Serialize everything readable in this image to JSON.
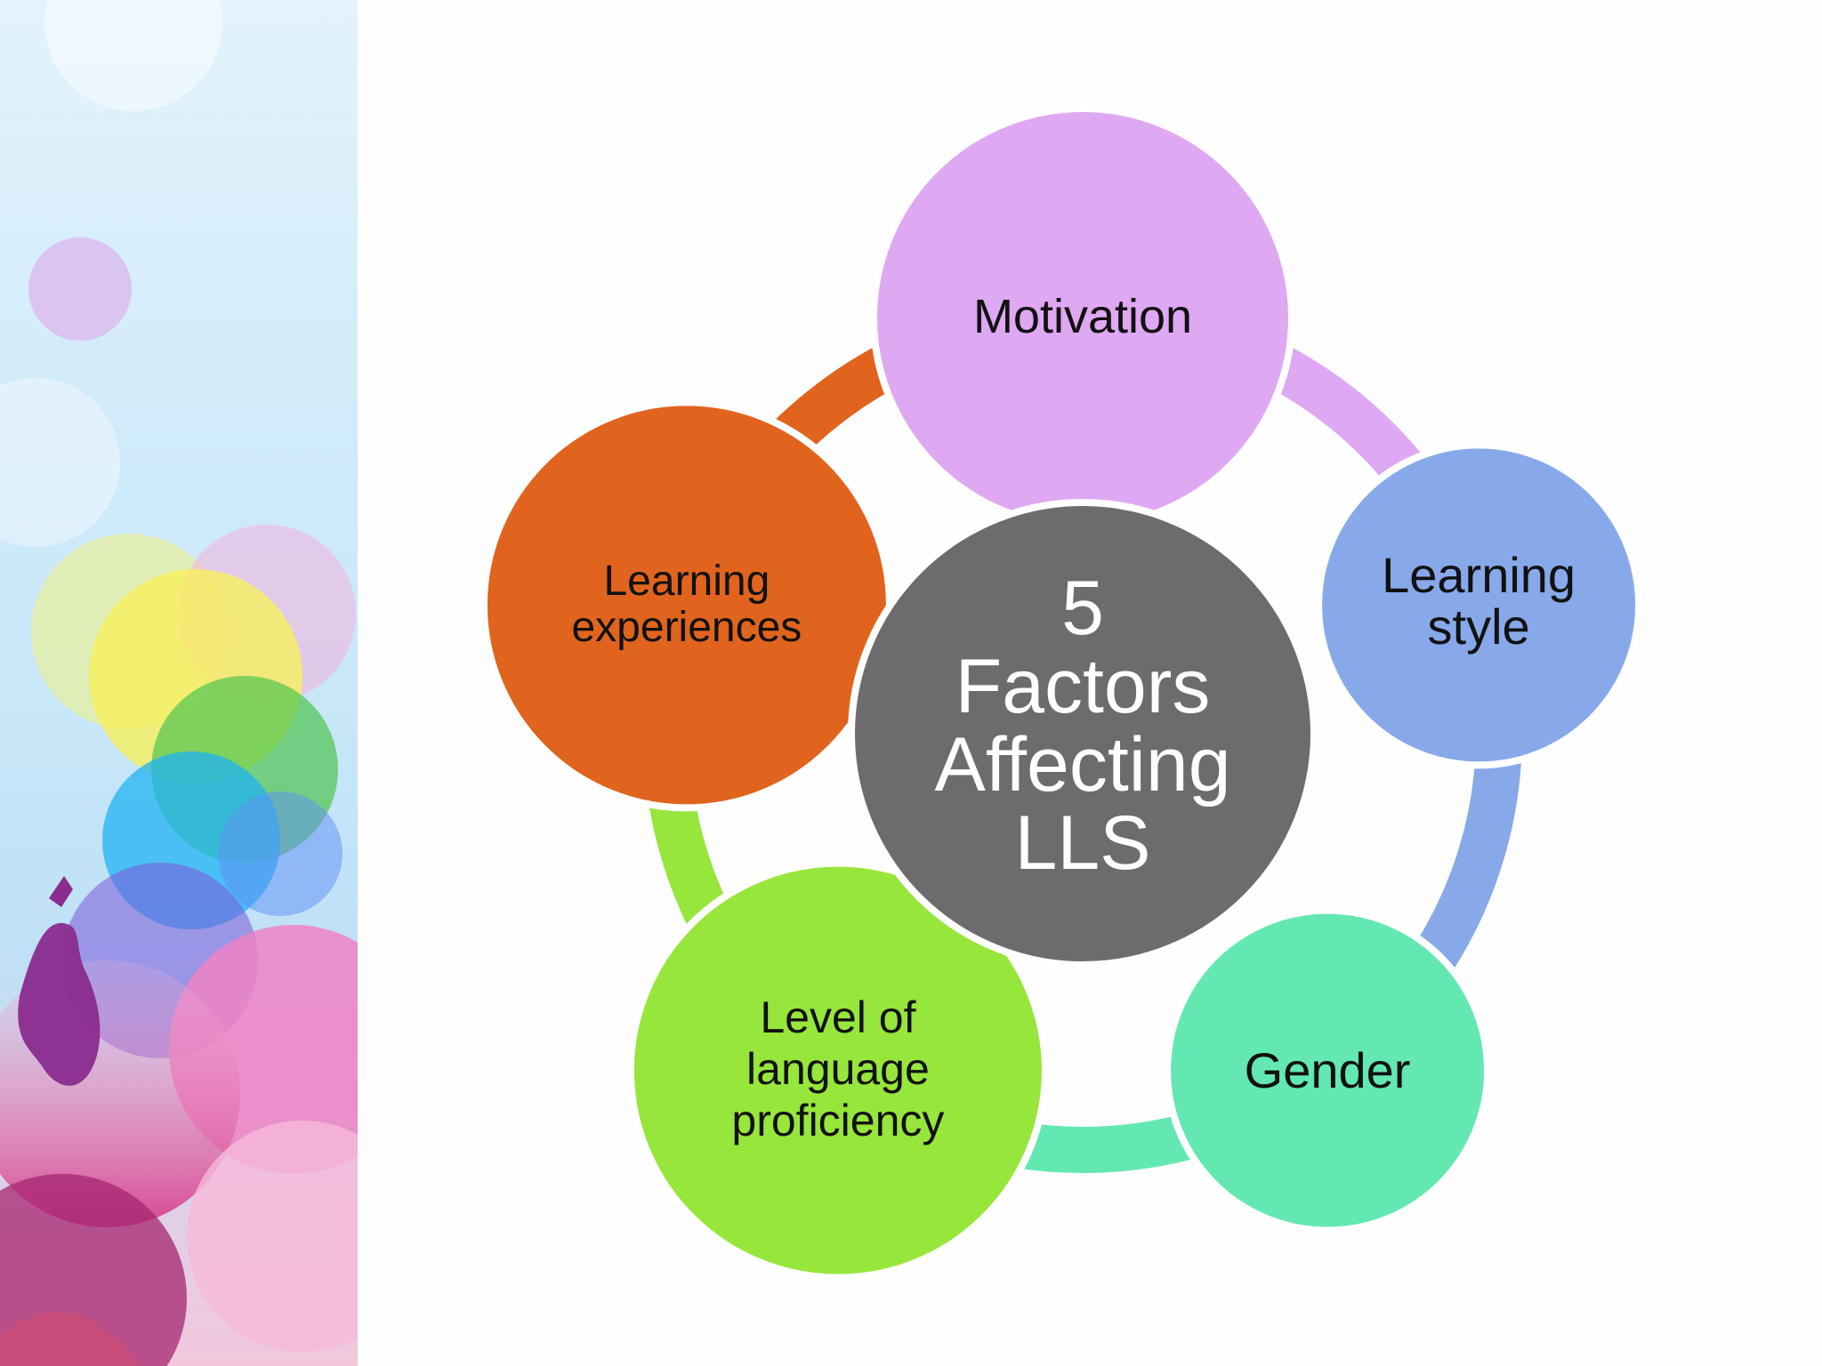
{
  "center": {
    "lines": [
      "5",
      "Factors",
      "Affecting",
      "LLS"
    ],
    "color": "#6d6b6e",
    "text_color": "#ffffff"
  },
  "nodes": [
    {
      "id": "motivation",
      "lines": [
        "Motivation"
      ],
      "color": "#dfa8f2",
      "ring_color": "#dfa8f2",
      "text_color": "#111111"
    },
    {
      "id": "learning-style",
      "lines": [
        "Learning",
        "style"
      ],
      "color": "#87a9ea",
      "ring_color": "#87a9ea",
      "text_color": "#111111"
    },
    {
      "id": "gender",
      "lines": [
        "Gender"
      ],
      "color": "#63e8b1",
      "ring_color": "#63e8b1",
      "text_color": "#111111"
    },
    {
      "id": "level-of-language-proficiency",
      "lines": [
        "Level of",
        "language",
        "proficiency"
      ],
      "color": "#97e63c",
      "ring_color": "#97e63c",
      "text_color": "#111111"
    },
    {
      "id": "learning-experiences",
      "lines": [
        "Learning",
        "experiences"
      ],
      "color": "#e0641e",
      "ring_color": "#e0641e",
      "text_color": "#111111"
    }
  ],
  "decor": {
    "panel_bubbles": [
      "#e7f1d7",
      "#f5f08a",
      "#8fd8a6",
      "#67c9ef",
      "#b9a3f3",
      "#f08bc5",
      "#c43c9a",
      "#8e2d91"
    ]
  }
}
